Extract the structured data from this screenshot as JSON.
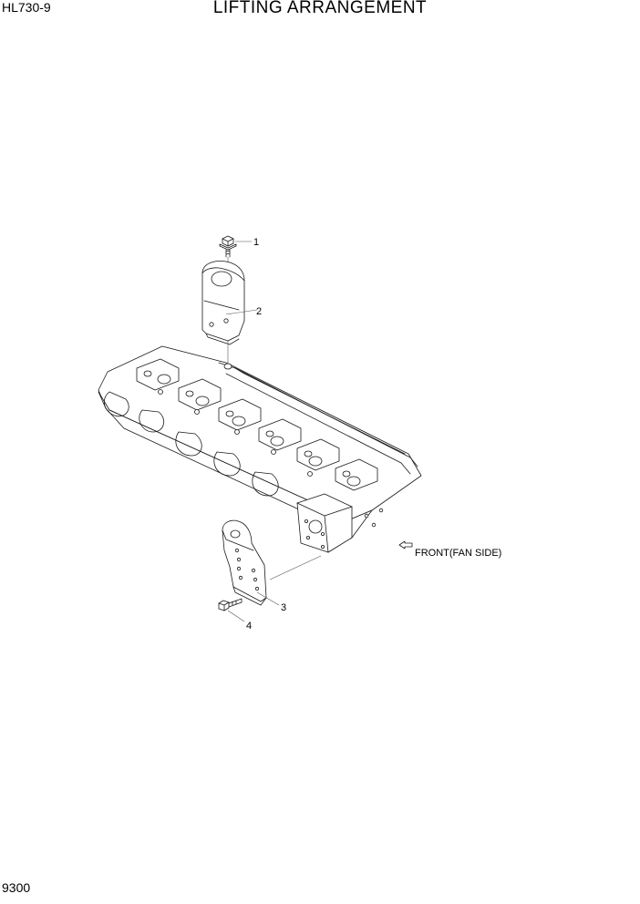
{
  "header": {
    "model": "HL730-9",
    "title": "LIFTING ARRANGEMENT"
  },
  "footer": {
    "page_number": "9300"
  },
  "diagram": {
    "callouts": [
      "1",
      "2",
      "3",
      "4"
    ],
    "direction_label": "FRONT(FAN SIDE)"
  }
}
